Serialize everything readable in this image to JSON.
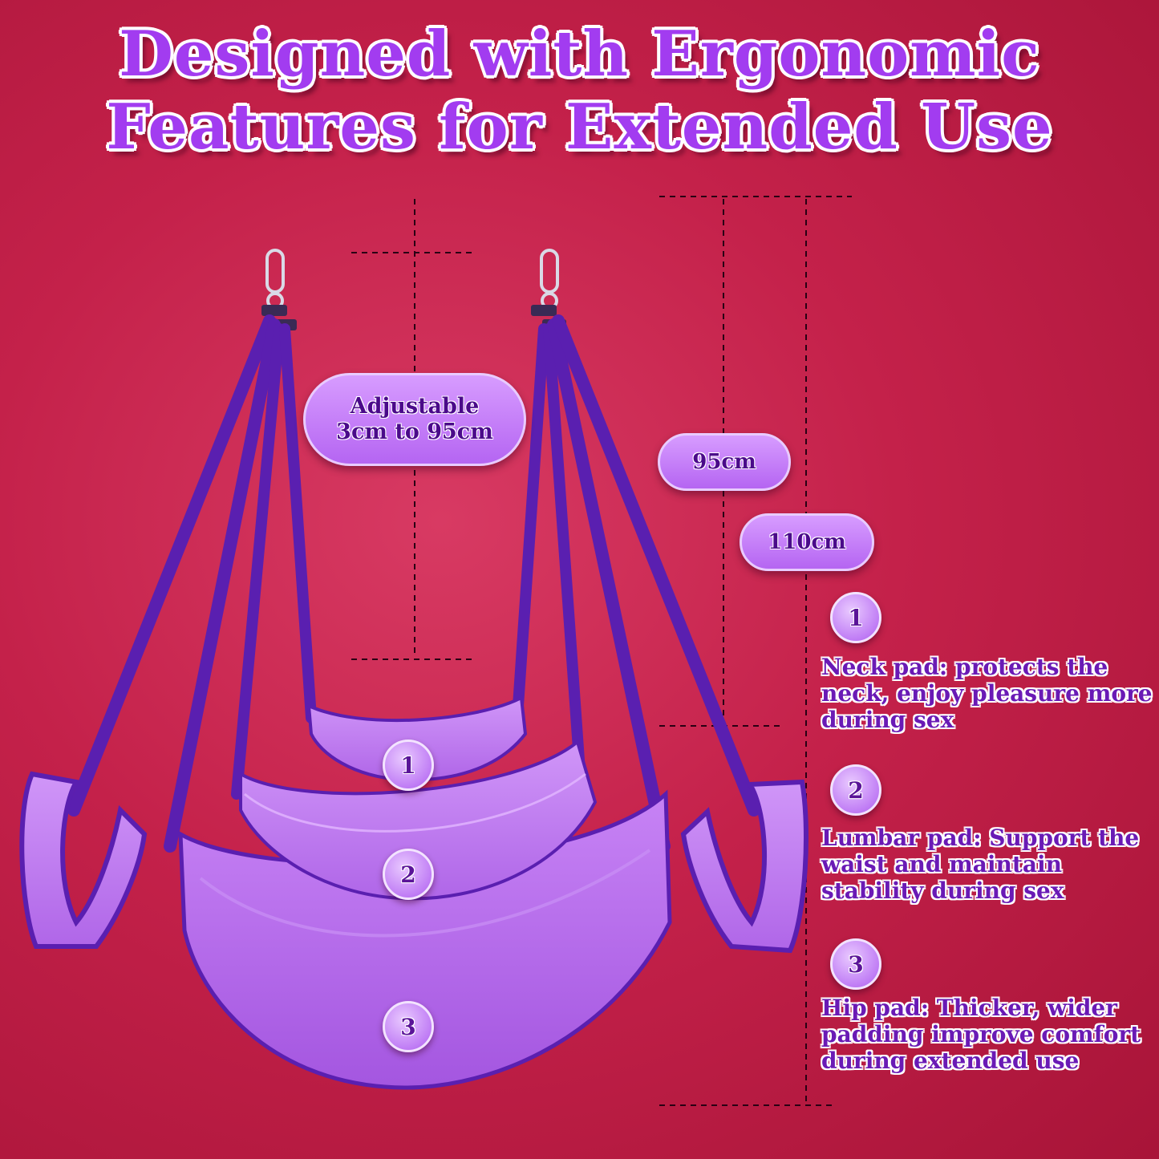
{
  "title": {
    "line1": "Designed with Ergonomic",
    "line2": "Features for Extended Use"
  },
  "measurements": {
    "adjustable_line1": "Adjustable",
    "adjustable_line2": "3cm to 95cm",
    "length_95": "95cm",
    "length_110": "110cm"
  },
  "pads": [
    {
      "number": "1",
      "description": "Neck pad: protects the neck, enjoy pleasure more during sex"
    },
    {
      "number": "2",
      "description": "Lumbar pad: Support the waist and maintain stability during sex"
    },
    {
      "number": "3",
      "description": "Hip pad: Thicker, wider padding improve comfort during extended use"
    }
  ],
  "colors": {
    "background": "#c4214a",
    "strap": "#5a1fb0",
    "pad": "#b66de8",
    "title": "#a23cf0"
  }
}
